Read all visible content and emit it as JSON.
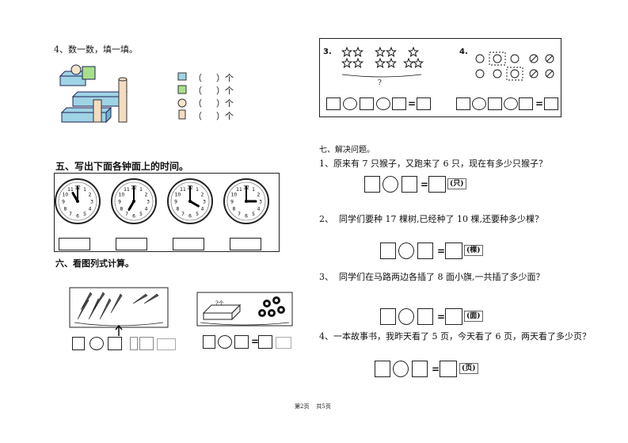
{
  "left": {
    "q4": {
      "title": "4、数一数，填一填。",
      "rows": [
        {
          "paren": "（",
          "close": "）",
          "unit": "个"
        },
        {
          "paren": "（",
          "close": "）",
          "unit": "个"
        },
        {
          "paren": "（",
          "close": "）",
          "unit": "个"
        },
        {
          "paren": "（",
          "close": "）",
          "unit": "个"
        }
      ]
    },
    "section5": {
      "title": "五、写出下面各钟面上的时间。"
    },
    "clocks": [
      {
        "hour": 11,
        "minute": 0
      },
      {
        "hour": 7,
        "minute": 0
      },
      {
        "hour": 4,
        "minute": 0
      },
      {
        "hour": 3,
        "minute": 0
      }
    ],
    "section6": {
      "title": "六、看图列式计算。",
      "box_label": "?个"
    }
  },
  "right": {
    "top3": {
      "num": "3.",
      "question_mark": "?",
      "equals": "="
    },
    "top4": {
      "num": "4.",
      "equals": "="
    },
    "section7": {
      "title": "七、解决问题。"
    },
    "problems": [
      {
        "num": "1、",
        "text": "原来有 7 只猴子，又跑来了 6 只，现在有多少只猴子？",
        "unit": "(只)",
        "equals": "="
      },
      {
        "num": "2、",
        "text": "同学们要种 17 棵树,已经种了 10 棵,还要种多少棵？",
        "unit": "(棵)",
        "equals": "="
      },
      {
        "num": "3、",
        "text": "同学们在马路两边各插了 8 面小旗,一共插了多少面？",
        "unit": "(面)",
        "equals": "="
      },
      {
        "num": "4、",
        "text": "一本故事书，我昨天看了 5 页，今天看了 6 页，两天看了多少页？",
        "unit": "(页)",
        "equals": "="
      }
    ]
  },
  "footer": {
    "page": "第2页",
    "total": "共5页"
  }
}
